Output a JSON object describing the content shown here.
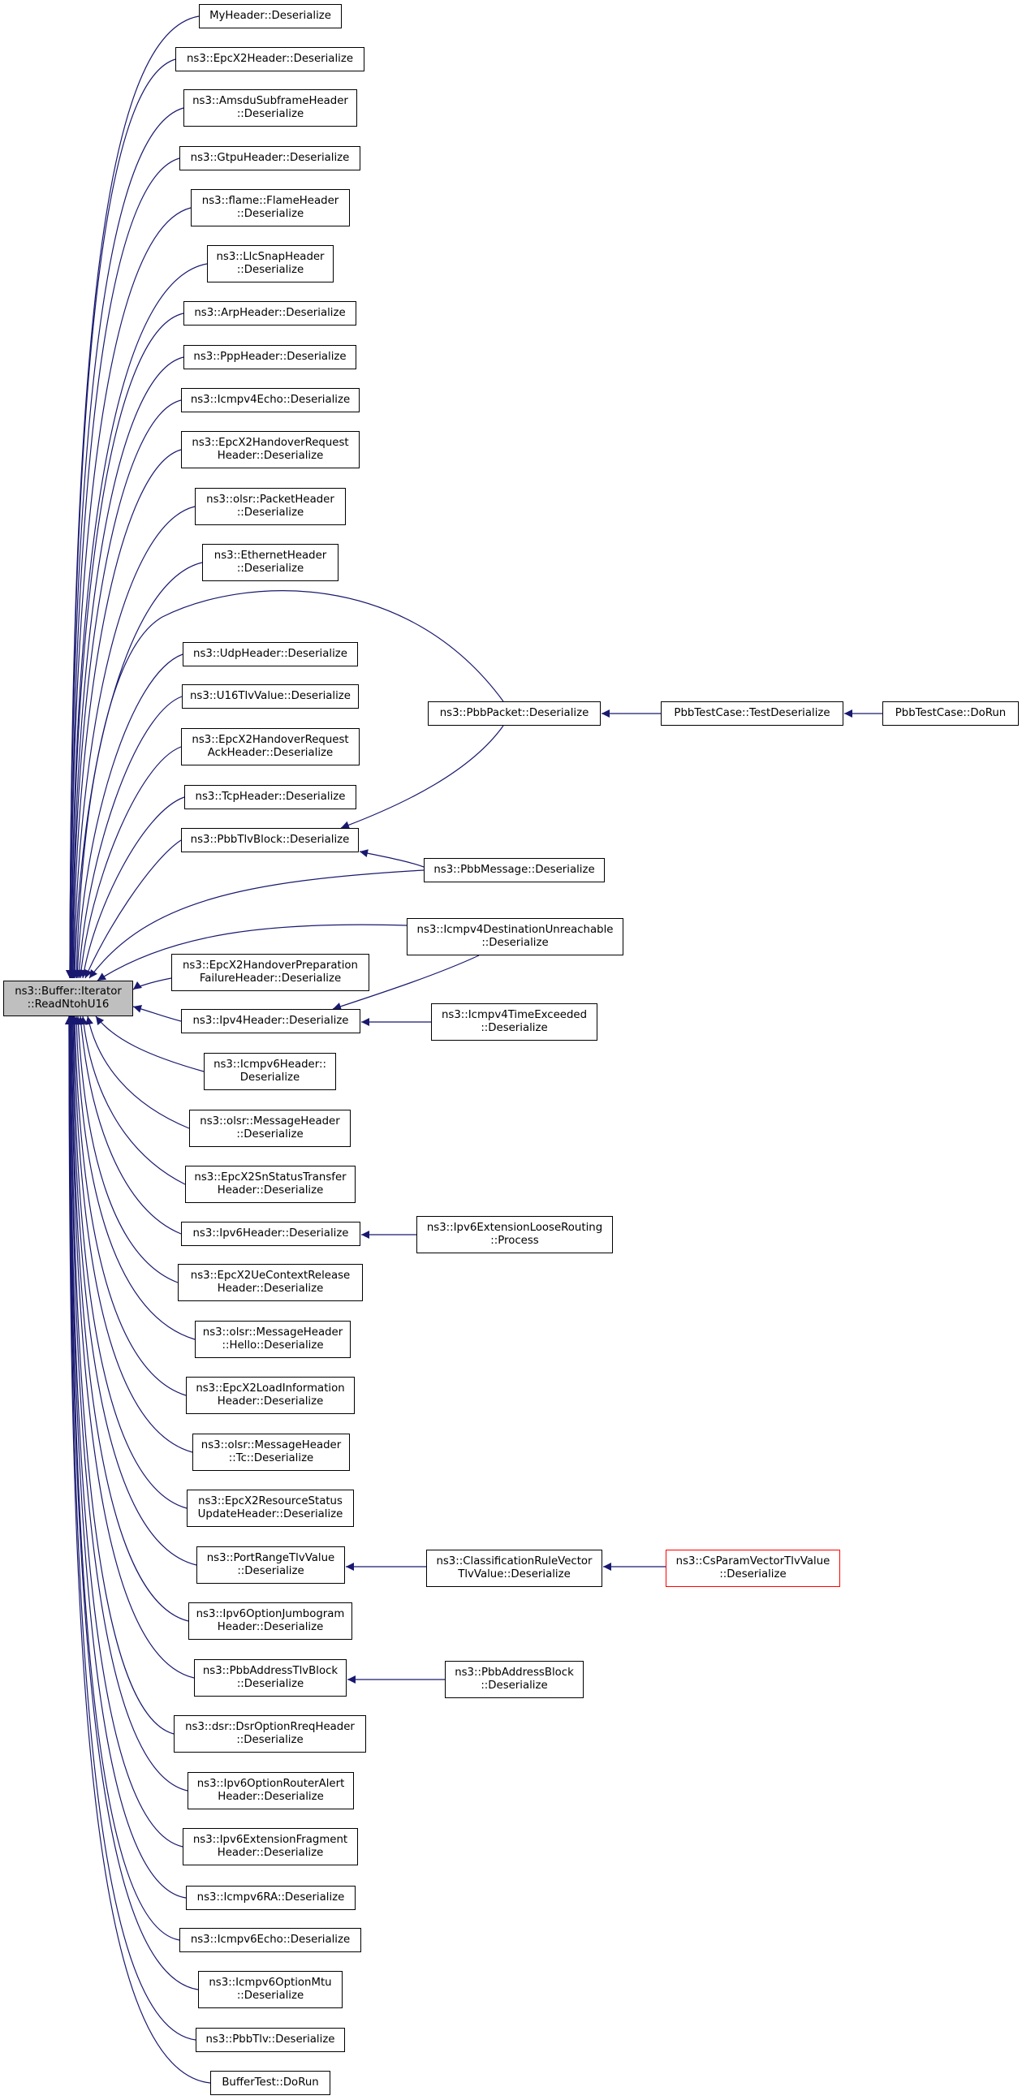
{
  "colors": {
    "edge": "#191970",
    "root_fill": "#bfbfbf",
    "node_border": "#000000",
    "truncated_border": "#ff0000"
  },
  "nodes": {
    "root": [
      "ns3::Buffer::Iterator",
      "::ReadNtohU16"
    ],
    "myheader": [
      "MyHeader::Deserialize"
    ],
    "epcx2": [
      "ns3::EpcX2Header::Deserialize"
    ],
    "amsdu": [
      "ns3::AmsduSubframeHeader",
      "::Deserialize"
    ],
    "gtpu": [
      "ns3::GtpuHeader::Deserialize"
    ],
    "flame": [
      "ns3::flame::FlameHeader",
      "::Deserialize"
    ],
    "llcsnap": [
      "ns3::LlcSnapHeader",
      "::Deserialize"
    ],
    "arp": [
      "ns3::ArpHeader::Deserialize"
    ],
    "ppp": [
      "ns3::PppHeader::Deserialize"
    ],
    "icmpv4echo": [
      "ns3::Icmpv4Echo::Deserialize"
    ],
    "x2hoReq": [
      "ns3::EpcX2HandoverRequest",
      "Header::Deserialize"
    ],
    "olsrpkt": [
      "ns3::olsr::PacketHeader",
      "::Deserialize"
    ],
    "ethernet": [
      "ns3::EthernetHeader",
      "::Deserialize"
    ],
    "udp": [
      "ns3::UdpHeader::Deserialize"
    ],
    "u16tlv": [
      "ns3::U16TlvValue::Deserialize"
    ],
    "x2hoAck": [
      "ns3::EpcX2HandoverRequest",
      "AckHeader::Deserialize"
    ],
    "tcp": [
      "ns3::TcpHeader::Deserialize"
    ],
    "pbbtlvblock": [
      "ns3::PbbTlvBlock::Deserialize"
    ],
    "x2hoPrep": [
      "ns3::EpcX2HandoverPreparation",
      "FailureHeader::Deserialize"
    ],
    "ipv4": [
      "ns3::Ipv4Header::Deserialize"
    ],
    "icmpv6": [
      "ns3::Icmpv6Header::",
      "Deserialize"
    ],
    "olsrmsg": [
      "ns3::olsr::MessageHeader",
      "::Deserialize"
    ],
    "x2sn": [
      "ns3::EpcX2SnStatusTransfer",
      "Header::Deserialize"
    ],
    "ipv6": [
      "ns3::Ipv6Header::Deserialize"
    ],
    "x2ue": [
      "ns3::EpcX2UeContextRelease",
      "Header::Deserialize"
    ],
    "olsrhello": [
      "ns3::olsr::MessageHeader",
      "::Hello::Deserialize"
    ],
    "x2load": [
      "ns3::EpcX2LoadInformation",
      "Header::Deserialize"
    ],
    "olsrtc": [
      "ns3::olsr::MessageHeader",
      "::Tc::Deserialize"
    ],
    "x2res": [
      "ns3::EpcX2ResourceStatus",
      "UpdateHeader::Deserialize"
    ],
    "portrange": [
      "ns3::PortRangeTlvValue",
      "::Deserialize"
    ],
    "jumbo": [
      "ns3::Ipv6OptionJumbogram",
      "Header::Deserialize"
    ],
    "pbbaddrtlv": [
      "ns3::PbbAddressTlvBlock",
      "::Deserialize"
    ],
    "dsr": [
      "ns3::dsr::DsrOptionRreqHeader",
      "::Deserialize"
    ],
    "routeralert": [
      "ns3::Ipv6OptionRouterAlert",
      "Header::Deserialize"
    ],
    "frag": [
      "ns3::Ipv6ExtensionFragment",
      "Header::Deserialize"
    ],
    "icmpv6ra": [
      "ns3::Icmpv6RA::Deserialize"
    ],
    "icmpv6echo": [
      "ns3::Icmpv6Echo::Deserialize"
    ],
    "mtu": [
      "ns3::Icmpv6OptionMtu",
      "::Deserialize"
    ],
    "pbbtlv": [
      "ns3::PbbTlv::Deserialize"
    ],
    "buffertest": [
      "BufferTest::DoRun"
    ],
    "pbbpacket": [
      "ns3::PbbPacket::Deserialize"
    ],
    "pbbmessage": [
      "ns3::PbbMessage::Deserialize"
    ],
    "icmpv4du": [
      "ns3::Icmpv4DestinationUnreachable",
      "::Deserialize"
    ],
    "icmpv4te": [
      "ns3::Icmpv4TimeExceeded",
      "::Deserialize"
    ],
    "looserouting": [
      "ns3::Ipv6ExtensionLooseRouting",
      "::Process"
    ],
    "classrule": [
      "ns3::ClassificationRuleVector",
      "TlvValue::Deserialize"
    ],
    "pbbaddrblock": [
      "ns3::PbbAddressBlock",
      "::Deserialize"
    ],
    "testdeser": [
      "PbbTestCase::TestDeserialize"
    ],
    "csparam": [
      "ns3::CsParamVectorTlvValue",
      "::Deserialize"
    ],
    "dorun": [
      "PbbTestCase::DoRun"
    ]
  },
  "edges": [
    [
      "myheader",
      "root"
    ],
    [
      "epcx2",
      "root"
    ],
    [
      "amsdu",
      "root"
    ],
    [
      "gtpu",
      "root"
    ],
    [
      "flame",
      "root"
    ],
    [
      "llcsnap",
      "root"
    ],
    [
      "arp",
      "root"
    ],
    [
      "ppp",
      "root"
    ],
    [
      "icmpv4echo",
      "root"
    ],
    [
      "x2hoReq",
      "root"
    ],
    [
      "olsrpkt",
      "root"
    ],
    [
      "ethernet",
      "root"
    ],
    [
      "pbbpacket",
      "root"
    ],
    [
      "udp",
      "root"
    ],
    [
      "u16tlv",
      "root"
    ],
    [
      "x2hoAck",
      "root"
    ],
    [
      "tcp",
      "root"
    ],
    [
      "pbbtlvblock",
      "root"
    ],
    [
      "pbbmessage",
      "root"
    ],
    [
      "icmpv4du",
      "root"
    ],
    [
      "x2hoPrep",
      "root"
    ],
    [
      "ipv4",
      "root"
    ],
    [
      "icmpv6",
      "root"
    ],
    [
      "olsrmsg",
      "root"
    ],
    [
      "x2sn",
      "root"
    ],
    [
      "ipv6",
      "root"
    ],
    [
      "x2ue",
      "root"
    ],
    [
      "olsrhello",
      "root"
    ],
    [
      "x2load",
      "root"
    ],
    [
      "olsrtc",
      "root"
    ],
    [
      "x2res",
      "root"
    ],
    [
      "portrange",
      "root"
    ],
    [
      "jumbo",
      "root"
    ],
    [
      "pbbaddrtlv",
      "root"
    ],
    [
      "dsr",
      "root"
    ],
    [
      "routeralert",
      "root"
    ],
    [
      "frag",
      "root"
    ],
    [
      "icmpv6ra",
      "root"
    ],
    [
      "icmpv6echo",
      "root"
    ],
    [
      "mtu",
      "root"
    ],
    [
      "pbbtlv",
      "root"
    ],
    [
      "buffertest",
      "root"
    ],
    [
      "pbbpacket",
      "pbbtlvblock"
    ],
    [
      "pbbmessage",
      "pbbtlvblock"
    ],
    [
      "icmpv4du",
      "ipv4"
    ],
    [
      "icmpv4te",
      "ipv4"
    ],
    [
      "looserouting",
      "ipv6"
    ],
    [
      "classrule",
      "portrange"
    ],
    [
      "pbbaddrblock",
      "pbbaddrtlv"
    ],
    [
      "testdeser",
      "pbbpacket"
    ],
    [
      "csparam",
      "classrule"
    ],
    [
      "dorun",
      "testdeser"
    ]
  ]
}
